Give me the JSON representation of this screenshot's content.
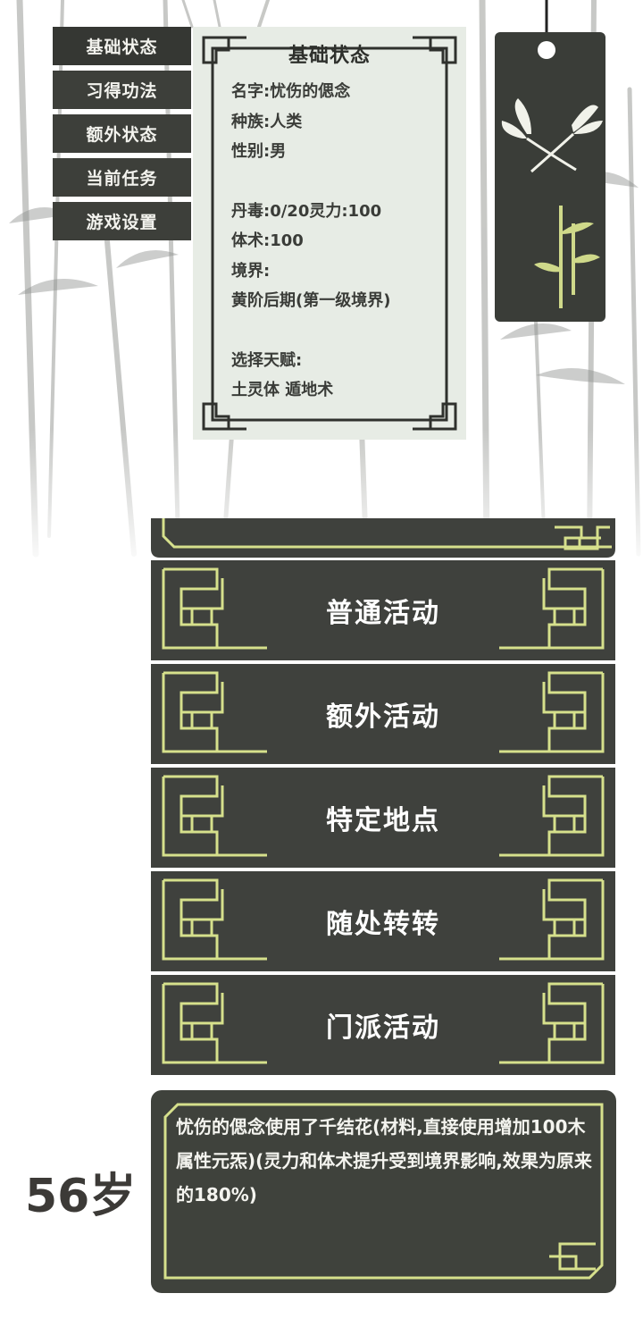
{
  "menu": {
    "items": [
      {
        "label": "基础状态"
      },
      {
        "label": "习得功法"
      },
      {
        "label": "额外状态"
      },
      {
        "label": "当前任务"
      },
      {
        "label": "游戏设置"
      }
    ]
  },
  "status": {
    "title": "基础状态",
    "name": "名字:忧伤的偲念",
    "race": "种族:人类",
    "gender": "性别:男",
    "poison_spirit": "丹毒:0/20灵力:100",
    "body": "体术:100",
    "realm_label": "境界:",
    "realm_value": "黄阶后期(第一级境界)",
    "talent_label": "选择天赋:",
    "talent_value": "土灵体  遁地术"
  },
  "activities": [
    {
      "label": "普通活动"
    },
    {
      "label": "额外活动"
    },
    {
      "label": "特定地点"
    },
    {
      "label": "随处转转"
    },
    {
      "label": "门派活动"
    }
  ],
  "age": "56岁",
  "log": {
    "message": "忧伤的偲念使用了千结花(材料,直接使用增加100木属性元炁)(灵力和体术提升受到境界影响,效果为原来的180%)"
  },
  "colors": {
    "panel_dark": "#3f413d",
    "accent_green": "#d6e08c",
    "panel_light": "#e7ece5"
  }
}
